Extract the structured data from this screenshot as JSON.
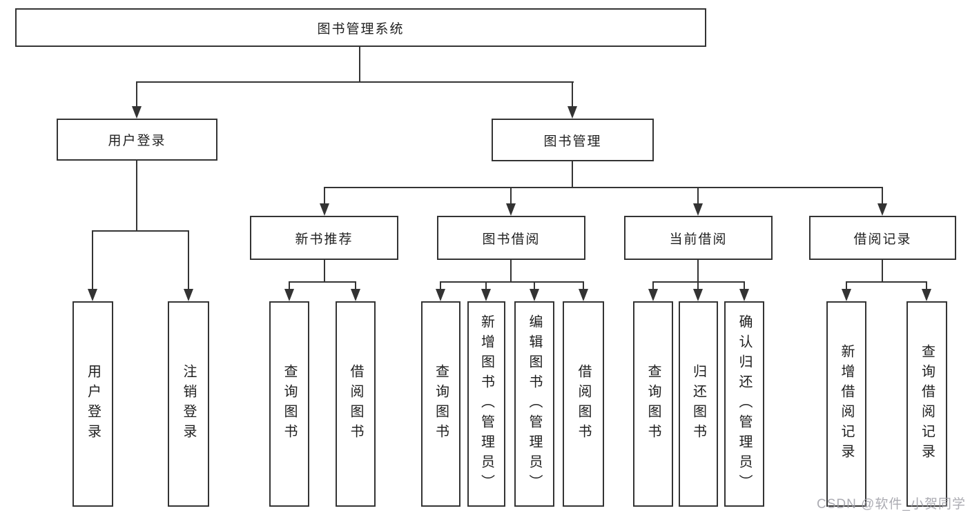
{
  "tree": {
    "root": "图书管理系统",
    "children": [
      {
        "label": "用户登录",
        "children": [
          {
            "label": "用户登录"
          },
          {
            "label": "注销登录"
          }
        ]
      },
      {
        "label": "图书管理",
        "children": [
          {
            "label": "新书推荐",
            "children": [
              {
                "label": "查询图书"
              },
              {
                "label": "借阅图书"
              }
            ]
          },
          {
            "label": "图书借阅",
            "children": [
              {
                "label": "查询图书"
              },
              {
                "label": "新增图书（管理员）"
              },
              {
                "label": "编辑图书（管理员）"
              },
              {
                "label": "借阅图书"
              }
            ]
          },
          {
            "label": "当前借阅",
            "children": [
              {
                "label": "查询图书"
              },
              {
                "label": "归还图书"
              },
              {
                "label": "确认归还（管理员）"
              }
            ]
          },
          {
            "label": "借阅记录",
            "children": [
              {
                "label": "新增借阅记录"
              },
              {
                "label": "查询借阅记录"
              }
            ]
          }
        ]
      }
    ]
  },
  "watermark": {
    "text": "CSDN @软件_小贺同学"
  },
  "colors": {
    "line": "#333333",
    "text": "#1f1f1f",
    "watermark": "#9d9da5",
    "background": "#ffffff"
  }
}
